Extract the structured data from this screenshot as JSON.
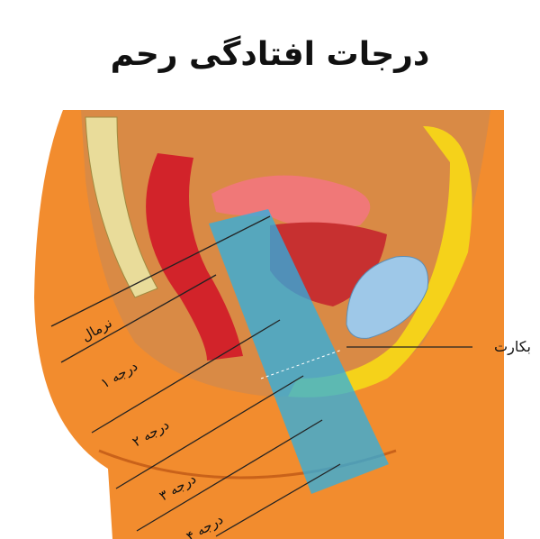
{
  "title": "درجات افتادگی رحم",
  "labels": {
    "normal": "نرمال",
    "grade1": "درجه ۱",
    "grade2": "درجه ۲",
    "grade3": "درجه ۳",
    "grade4": "درجه ۴",
    "hymen": "بکارت"
  },
  "colors": {
    "skin": "#f28c2e",
    "interior": "#d98a45",
    "fat": "#f5d21a",
    "rectum": "#d2232a",
    "uterus": "#f07878",
    "bladder": "#9ec8e8",
    "prolapse_band": "#2ab0e6"
  }
}
